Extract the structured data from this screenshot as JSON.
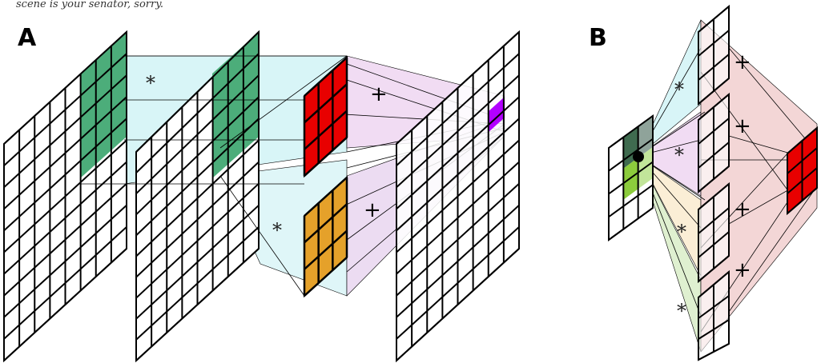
{
  "caption_top": "scene is your senator, sorry.",
  "panels": {
    "a": {
      "label": "A"
    },
    "b": {
      "label": "B"
    }
  },
  "operators": {
    "convolve": "*",
    "sum": "+"
  },
  "colors": {
    "input_patch": "#4cad7a",
    "red_kernel": "#e80000",
    "orange_kernel": "#e5a12a",
    "output_pixel": "#b200ff",
    "cyan_wedge": "#d8f5f7",
    "purple_wedge": "#f1dcf3",
    "pink_wedge": "#f0cccc",
    "green_wedge": "#dff0d0",
    "yellow_wedge": "#fbeed6",
    "dark_green": "#3f6b4f",
    "light_green": "#8ccc3c"
  }
}
